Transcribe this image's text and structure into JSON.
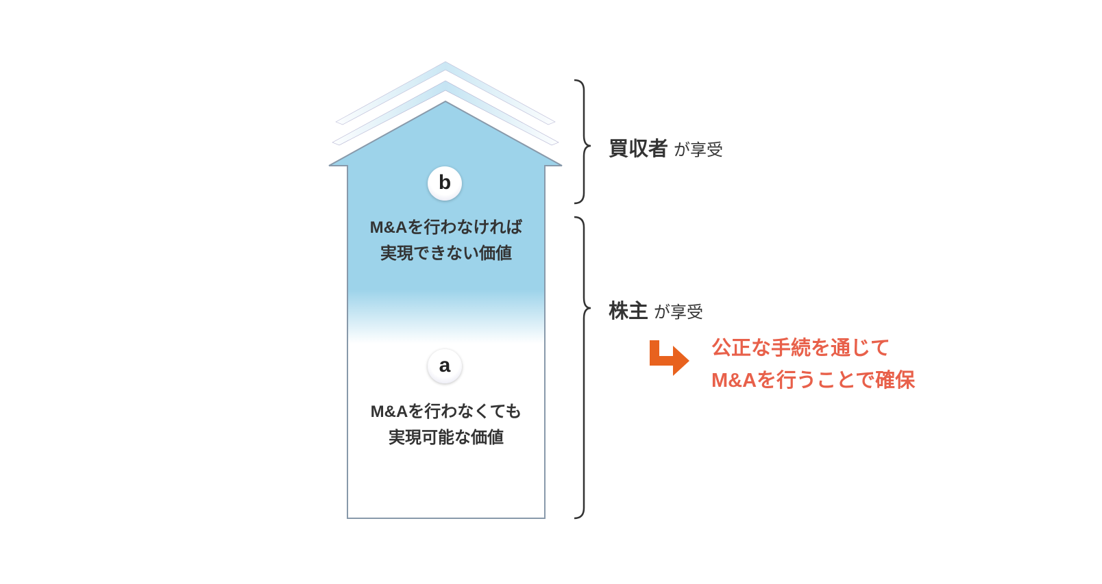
{
  "house": {
    "badge_b": "b",
    "upper_label_line1": "M&Aを行わなければ",
    "upper_label_line2": "実現できない価値",
    "badge_a": "a",
    "lower_label_line1": "M&Aを行わなくても",
    "lower_label_line2": "実現可能な価値"
  },
  "braces": {
    "acquirer": {
      "strong": "買収者",
      "weak": "が享受"
    },
    "shareholder": {
      "strong": "株主",
      "weak": "が享受"
    }
  },
  "note": {
    "line1": "公正な手続を通じて",
    "line2": "M&Aを行うことで確保"
  },
  "colors": {
    "house_blue": "#9dd3ea",
    "accent_red": "#e8604a",
    "arrow_orange": "#e8621e"
  }
}
